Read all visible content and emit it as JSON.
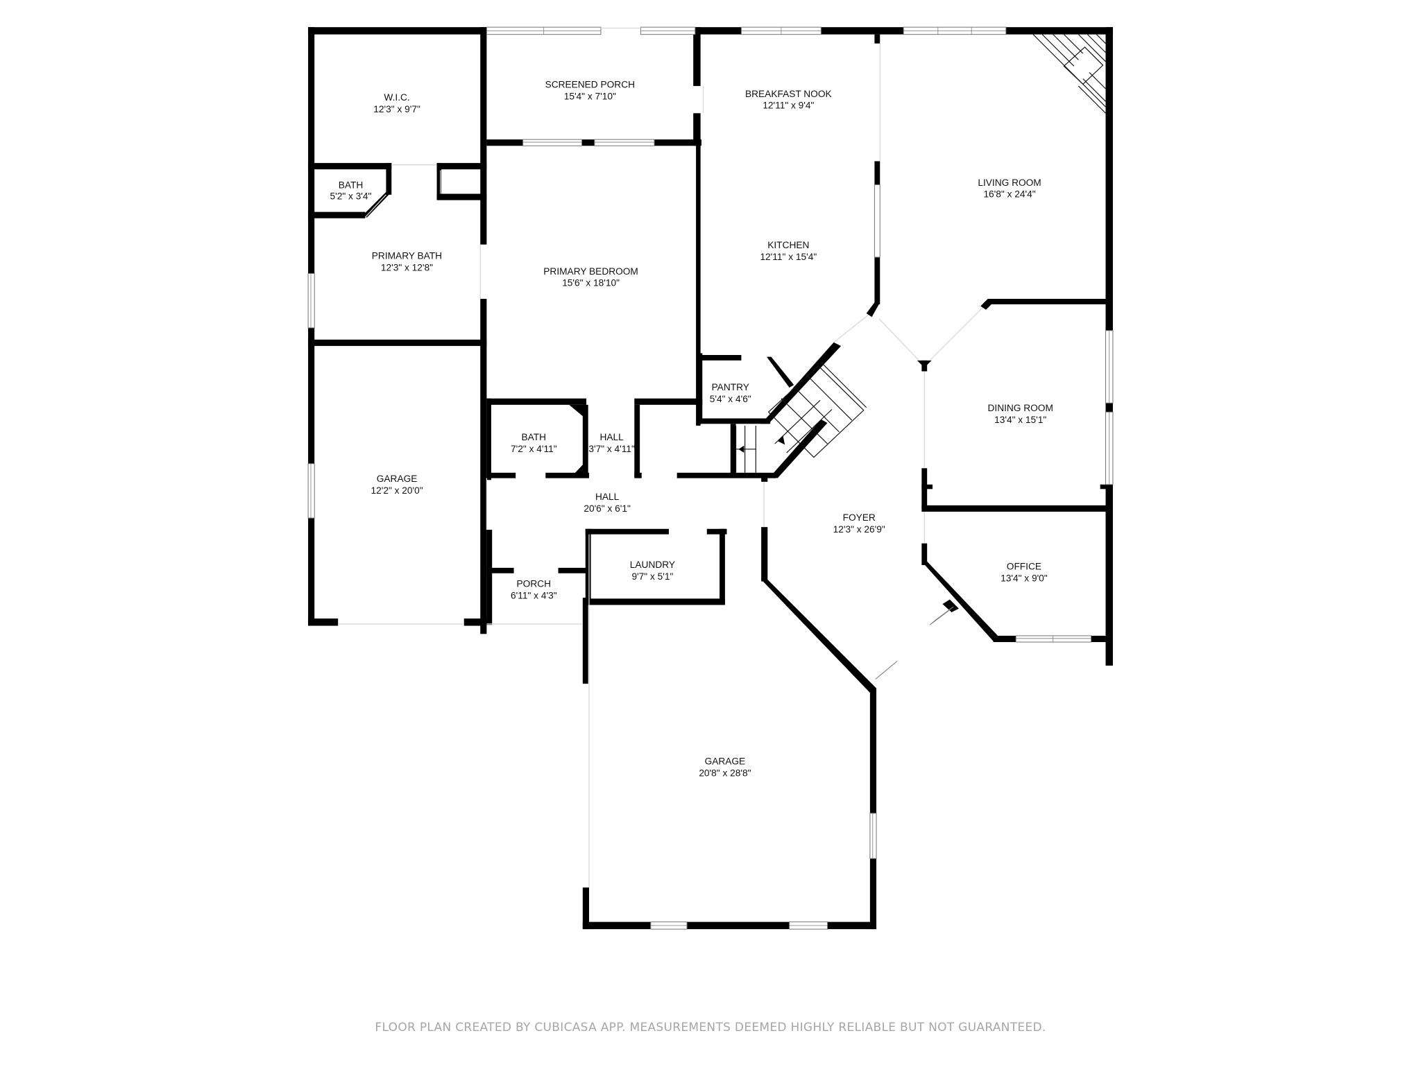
{
  "plan": {
    "title": "Floor Plan",
    "colors": {
      "wall": "#000000",
      "window": "#7a7a7a",
      "footer_text": "#a6a6a6",
      "background": "#ffffff"
    }
  },
  "rooms": [
    {
      "id": "wic",
      "name": "W.I.C.",
      "dims": "12'3\" x 9'7\""
    },
    {
      "id": "screened_porch",
      "name": "SCREENED PORCH",
      "dims": "15'4\" x 7'10\""
    },
    {
      "id": "breakfast_nook",
      "name": "BREAKFAST NOOK",
      "dims": "12'11\" x 9'4\""
    },
    {
      "id": "living_room",
      "name": "LIVING ROOM",
      "dims": "16'8\" x 24'4\""
    },
    {
      "id": "bath_small",
      "name": "BATH",
      "dims": "5'2\" x 3'4\""
    },
    {
      "id": "primary_bath",
      "name": "PRIMARY BATH",
      "dims": "12'3\" x 12'8\""
    },
    {
      "id": "primary_bedroom",
      "name": "PRIMARY BEDROOM",
      "dims": "15'6\" x 18'10\""
    },
    {
      "id": "kitchen",
      "name": "KITCHEN",
      "dims": "12'11\" x 15'4\""
    },
    {
      "id": "pantry",
      "name": "PANTRY",
      "dims": "5'4\" x 4'6\""
    },
    {
      "id": "dining_room",
      "name": "DINING ROOM",
      "dims": "13'4\" x 15'1\""
    },
    {
      "id": "bath",
      "name": "BATH",
      "dims": "7'2\" x 4'11\""
    },
    {
      "id": "hall_small",
      "name": "HALL",
      "dims": "3'7\" x 4'11\""
    },
    {
      "id": "garage_left",
      "name": "GARAGE",
      "dims": "12'2\" x 20'0\""
    },
    {
      "id": "hall_main",
      "name": "HALL",
      "dims": "20'6\" x 6'1\""
    },
    {
      "id": "foyer",
      "name": "FOYER",
      "dims": "12'3\" x 26'9\""
    },
    {
      "id": "laundry",
      "name": "LAUNDRY",
      "dims": "9'7\" x 5'1\""
    },
    {
      "id": "porch",
      "name": "PORCH",
      "dims": "6'11\" x 4'3\""
    },
    {
      "id": "office",
      "name": "OFFICE",
      "dims": "13'4\" x 9'0\""
    },
    {
      "id": "garage_main",
      "name": "GARAGE",
      "dims": "20'8\" x 28'8\""
    }
  ],
  "footer": {
    "disclaimer": "FLOOR PLAN CREATED BY CUBICASA APP. MEASUREMENTS DEEMED HIGHLY RELIABLE BUT NOT GUARANTEED."
  }
}
